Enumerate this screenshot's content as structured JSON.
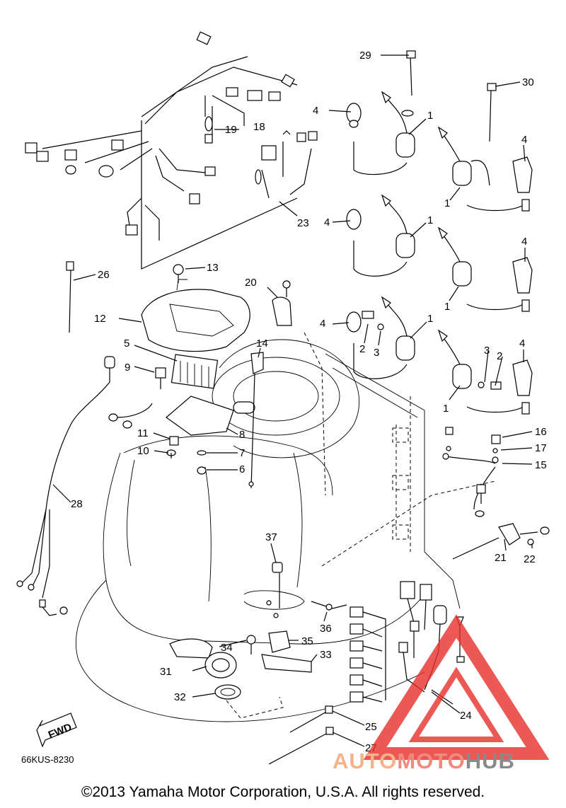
{
  "diagram": {
    "callouts": [
      "1",
      "2",
      "3",
      "4",
      "5",
      "6",
      "7",
      "8",
      "9",
      "10",
      "11",
      "12",
      "13",
      "14",
      "15",
      "16",
      "17",
      "18",
      "19",
      "20",
      "21",
      "22",
      "23",
      "24",
      "25",
      "26",
      "27",
      "28",
      "29",
      "30",
      "31",
      "32",
      "33",
      "34",
      "35",
      "36",
      "37"
    ],
    "fwd_label": "FWD",
    "catalog_code": "66KUS-8230",
    "copyright": "©2013 Yamaha Motor Corporation, U.S.A. All rights reserved."
  },
  "watermark": {
    "part1": "AUTO",
    "part2": "MOTO",
    "part3": "HUB",
    "colors": {
      "auto": "#f4b38a",
      "moto": "#ef8a80",
      "hub": "#8a8a8a",
      "triangle": "#e8302a"
    }
  }
}
